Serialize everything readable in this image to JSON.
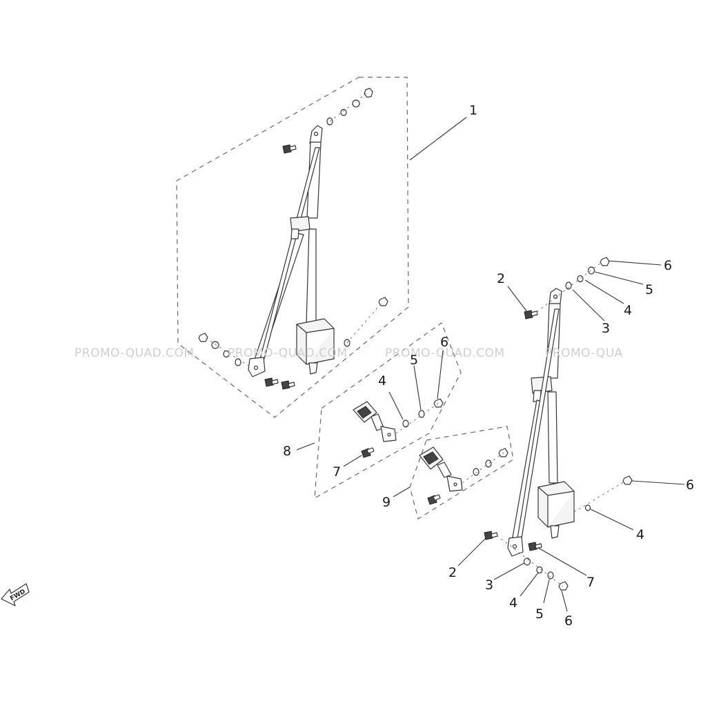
{
  "watermarks": [
    "PROMO-QUAD.COM",
    "PROMO-QUAD.COM",
    "PROMO-QUAD.COM",
    "PROMO-QUA"
  ],
  "fwd_label": "FWD",
  "callouts": {
    "c1": "1",
    "r_top_2": "2",
    "r_top_3": "3",
    "r_top_4": "4",
    "r_top_5": "5",
    "r_top_6": "6",
    "m_4": "4",
    "m_5": "5",
    "m_6": "6",
    "m_7": "7",
    "m_8": "8",
    "m_9": "9",
    "r_mid_6": "6",
    "r_mid_4": "4",
    "r_bot_2": "2",
    "r_bot_3": "3",
    "r_bot_4": "4",
    "r_bot_5": "5",
    "r_bot_6": "6",
    "r_bot_7": "7"
  }
}
